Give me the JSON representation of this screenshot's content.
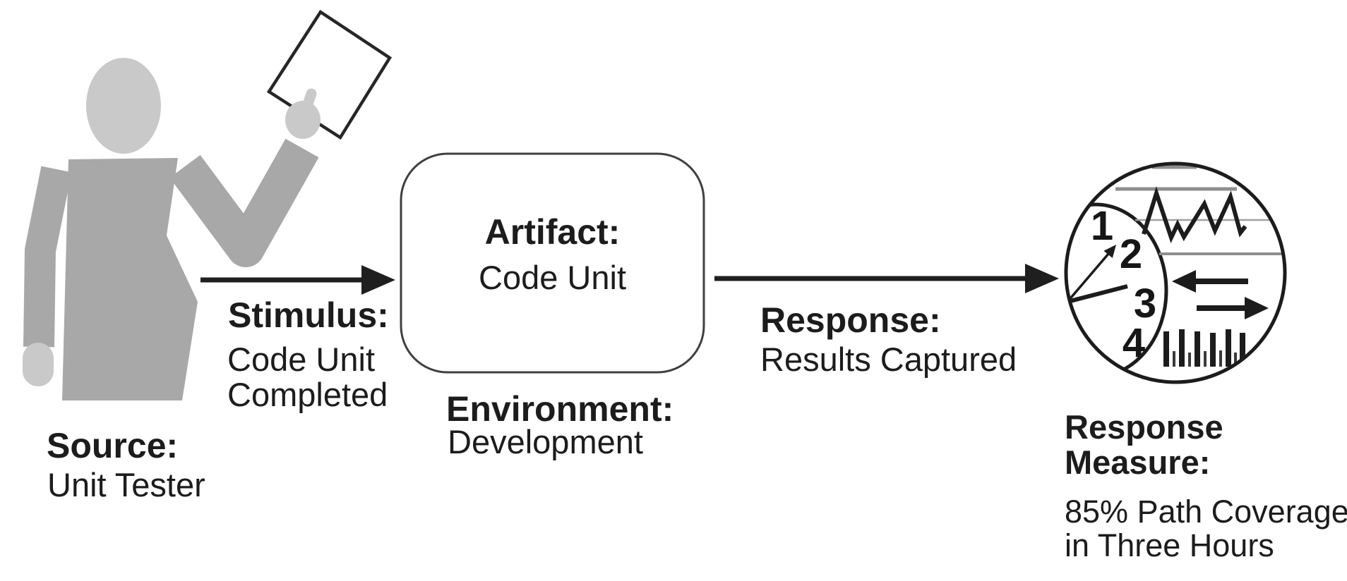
{
  "diagram": {
    "source": {
      "label": "Source:",
      "value": "Unit Tester"
    },
    "stimulus": {
      "label": "Stimulus:",
      "value": "Code Unit Completed"
    },
    "artifact": {
      "label": "Artifact:",
      "value": "Code Unit"
    },
    "environment": {
      "label": "Environment:",
      "value": "Development"
    },
    "response": {
      "label": "Response:",
      "value": "Results Captured"
    },
    "response_measure": {
      "label": "Response Measure:",
      "value": "85% Path Coverage in Three Hours"
    },
    "clock_numbers": [
      "1",
      "2",
      "3",
      "4"
    ],
    "icons": [
      "person-figure",
      "paper-icon",
      "stimulus-arrow",
      "artifact-box",
      "response-arrow",
      "response-measure-gauge-icon"
    ],
    "colors": {
      "ink": "#1c1c1c",
      "figure_body": "#a8a8a8",
      "figure_head": "#c9c9c9",
      "box_border": "#3f3f3f",
      "grid_gray": "#8e8e8e",
      "background": "#ffffff"
    }
  }
}
